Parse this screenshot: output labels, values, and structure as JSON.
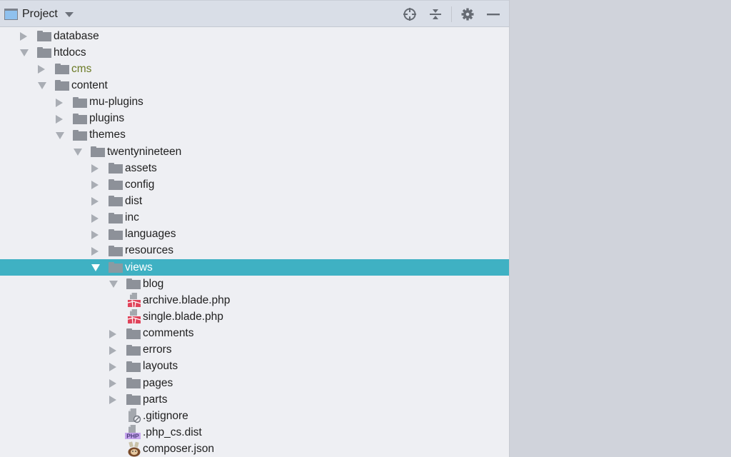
{
  "header": {
    "title": "Project",
    "tools": [
      {
        "name": "locate-icon",
        "tooltip": "Select Opened File"
      },
      {
        "name": "collapse-all-icon",
        "tooltip": "Collapse All"
      },
      {
        "name": "gear-icon",
        "tooltip": "Settings"
      },
      {
        "name": "minimize-icon",
        "tooltip": "Hide"
      }
    ]
  },
  "colors": {
    "selection": "#3fb1c3",
    "header_bg": "#d9dee7",
    "panel_bg": "#eeeff3",
    "right_bg": "#d0d3db",
    "excluded_folder_text": "#6b7a25",
    "blade_icon": "#e0435a",
    "php_badge": "#b690e0"
  },
  "tree": {
    "rows": [
      {
        "label": "database",
        "level": 0,
        "type": "folder",
        "state": "collapsed"
      },
      {
        "label": "htdocs",
        "level": 0,
        "type": "folder",
        "state": "expanded"
      },
      {
        "label": "cms",
        "level": 1,
        "type": "folder",
        "state": "collapsed",
        "style": "excluded"
      },
      {
        "label": "content",
        "level": 1,
        "type": "folder",
        "state": "expanded"
      },
      {
        "label": "mu-plugins",
        "level": 2,
        "type": "folder",
        "state": "collapsed"
      },
      {
        "label": "plugins",
        "level": 2,
        "type": "folder",
        "state": "collapsed"
      },
      {
        "label": "themes",
        "level": 2,
        "type": "folder",
        "state": "expanded"
      },
      {
        "label": "twentynineteen",
        "level": 3,
        "type": "folder",
        "state": "expanded"
      },
      {
        "label": "assets",
        "level": 4,
        "type": "folder",
        "state": "collapsed"
      },
      {
        "label": "config",
        "level": 4,
        "type": "folder",
        "state": "collapsed"
      },
      {
        "label": "dist",
        "level": 4,
        "type": "folder",
        "state": "collapsed"
      },
      {
        "label": "inc",
        "level": 4,
        "type": "folder",
        "state": "collapsed"
      },
      {
        "label": "languages",
        "level": 4,
        "type": "folder",
        "state": "collapsed"
      },
      {
        "label": "resources",
        "level": 4,
        "type": "folder",
        "state": "collapsed"
      },
      {
        "label": "views",
        "level": 4,
        "type": "folder",
        "state": "expanded",
        "selected": true
      },
      {
        "label": "blog",
        "level": 5,
        "type": "folder",
        "state": "expanded"
      },
      {
        "label": "archive.blade.php",
        "level": 6,
        "type": "blade-file"
      },
      {
        "label": "single.blade.php",
        "level": 6,
        "type": "blade-file"
      },
      {
        "label": "comments",
        "level": 5,
        "type": "folder",
        "state": "collapsed"
      },
      {
        "label": "errors",
        "level": 5,
        "type": "folder",
        "state": "collapsed"
      },
      {
        "label": "layouts",
        "level": 5,
        "type": "folder",
        "state": "collapsed"
      },
      {
        "label": "pages",
        "level": 5,
        "type": "folder",
        "state": "collapsed"
      },
      {
        "label": "parts",
        "level": 5,
        "type": "folder",
        "state": "collapsed"
      },
      {
        "label": ".gitignore",
        "level": 5,
        "type": "ignore-file"
      },
      {
        "label": ".php_cs.dist",
        "level": 5,
        "type": "php-file"
      },
      {
        "label": "composer.json",
        "level": 5,
        "type": "composer-file"
      }
    ]
  }
}
